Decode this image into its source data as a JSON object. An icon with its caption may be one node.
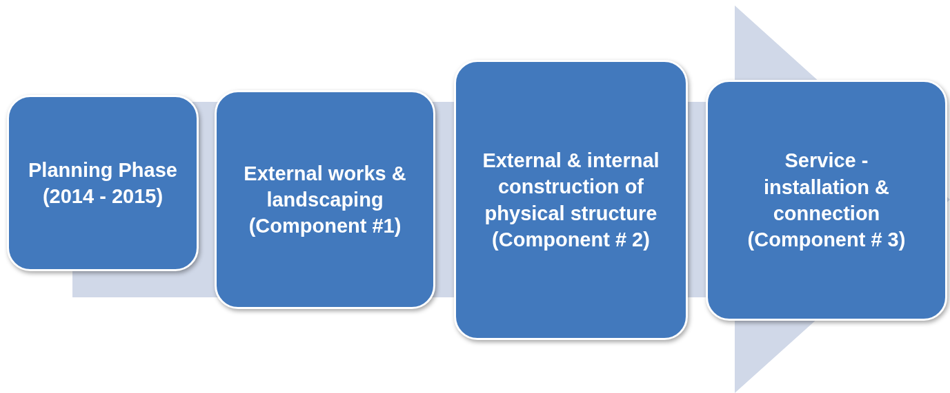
{
  "diagram": {
    "nodes": [
      {
        "text": [
          "Planning Phase (2014 - 2015)"
        ]
      },
      {
        "text": [
          "External works & landscaping (Component #1)"
        ]
      },
      {
        "text": [
          "External & internal construction of physical structure (Component # 2)"
        ]
      },
      {
        "text": [
          "Service - installation & connection (Component # 3)"
        ]
      }
    ],
    "edges": [
      {
        "from": 0,
        "to": 3,
        "arrow": "to"
      }
    ]
  }
}
